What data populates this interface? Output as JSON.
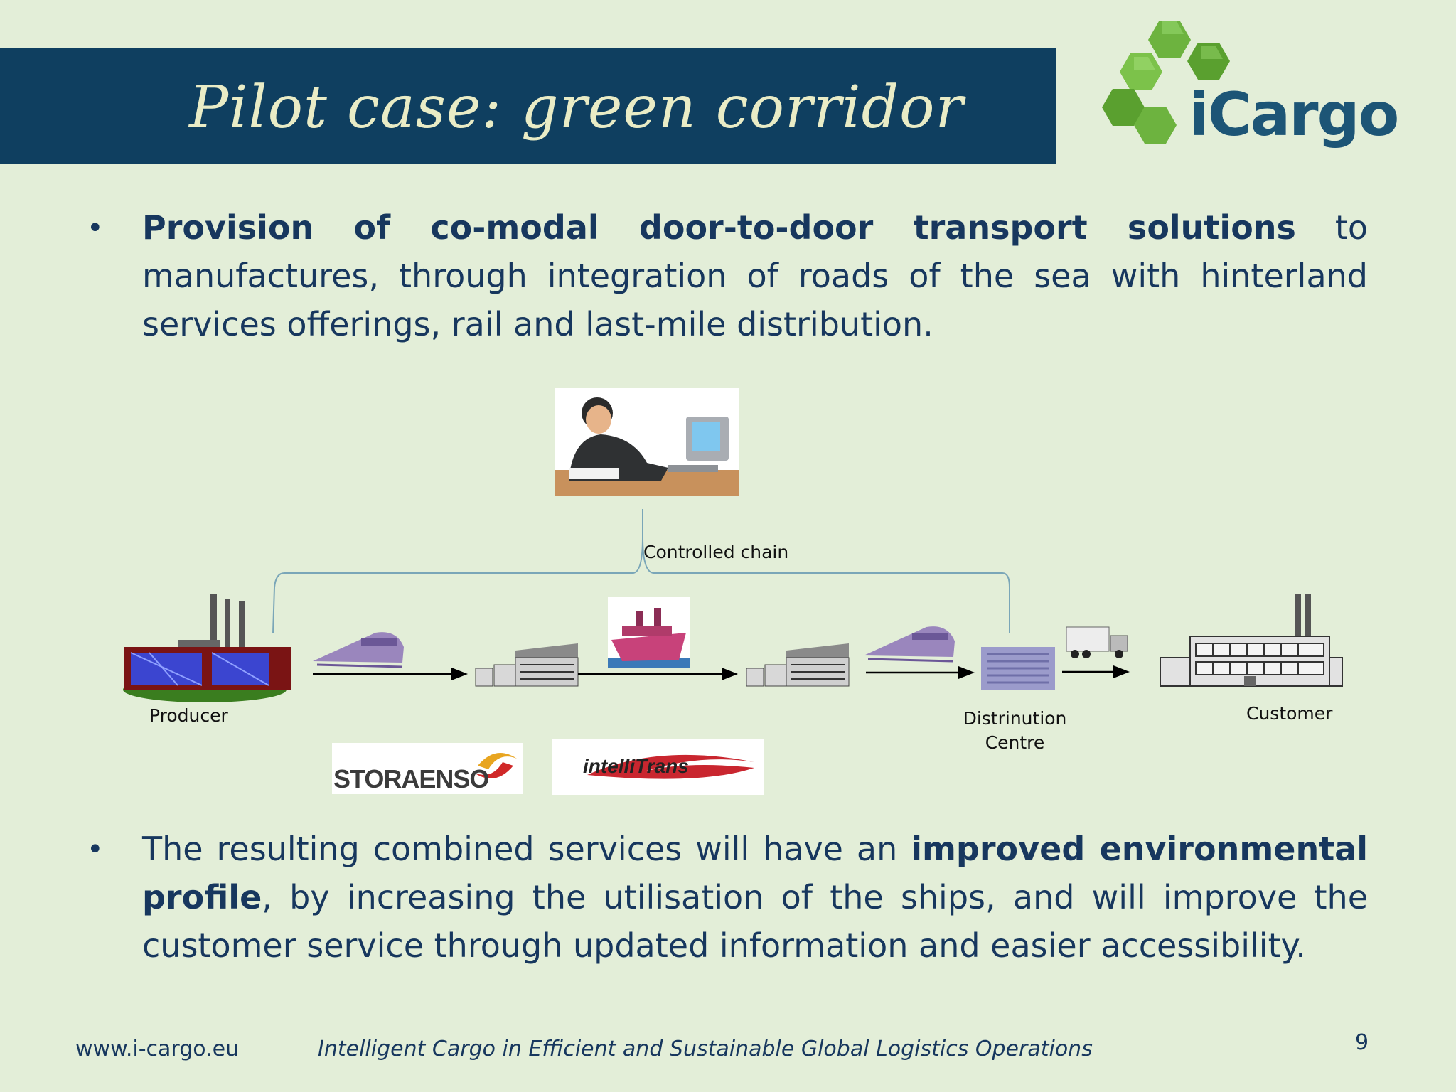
{
  "slide": {
    "title": "Pilot case: green corridor",
    "logo_text": "iCargo",
    "bullets": [
      {
        "bold_lead": "Provision of co-modal door-to-door transport solutions",
        "rest": " to manufactures, through integration of roads of the sea with hinterland services offerings, rail and last-mile distribution."
      },
      {
        "intro": "The resulting combined services will have an ",
        "bold_mid": "improved environmental profile",
        "rest": ", by increasing the utilisation of the ships, and will improve the customer service through updated information and easier accessibility."
      }
    ]
  },
  "diagram": {
    "brace_label": "Controlled chain",
    "nodes": {
      "producer": "Producer",
      "distribution_centre": "Distrinution Centre",
      "customer": "Customer"
    },
    "partners": [
      "STORAENSO",
      "intelliTrans"
    ]
  },
  "footer": {
    "url": "www.i-cargo.eu",
    "tagline": "Intelligent Cargo in Efficient and Sustainable Global Logistics Operations",
    "page_number": "9"
  },
  "colors": {
    "background": "#e3eed8",
    "title_bar": "#0f3f60",
    "title_text": "#e9ecc6",
    "body_text": "#17375e",
    "logo_green": "#6db33f"
  }
}
